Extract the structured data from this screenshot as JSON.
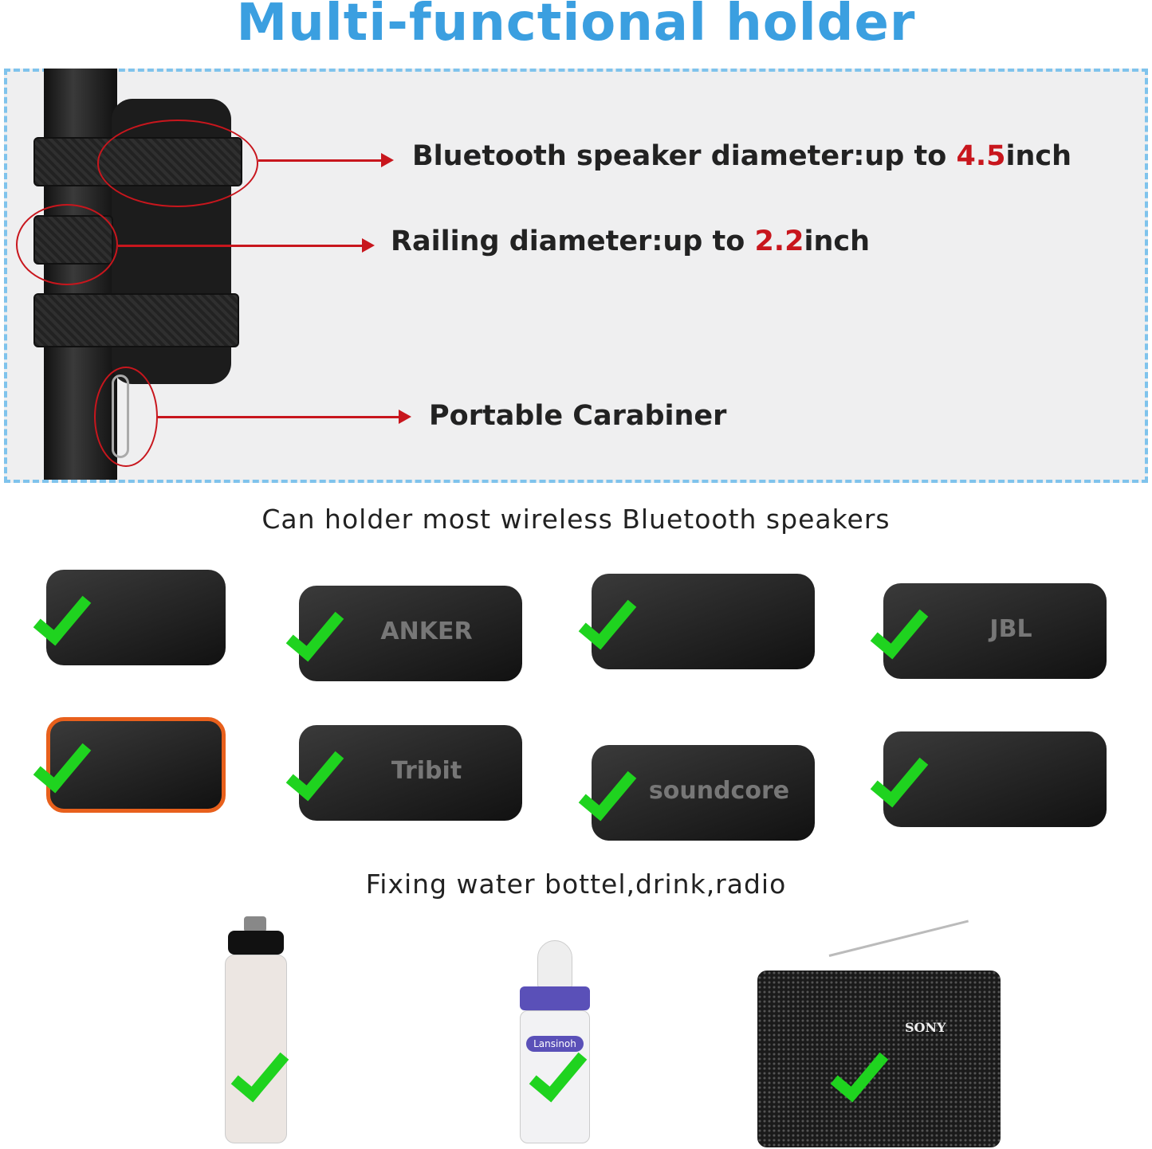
{
  "title": "Multi-functional holder",
  "callouts": [
    {
      "prefix": "Bluetooth speaker diameter:up to ",
      "value": "4.5",
      "suffix": "inch"
    },
    {
      "prefix": "Railing diameter:up to ",
      "value": "2.2",
      "suffix": "inch"
    },
    {
      "prefix": "Portable Carabiner",
      "value": "",
      "suffix": ""
    }
  ],
  "speakers_caption": "Can holder most wireless Bluetooth speakers",
  "speakers": [
    {
      "brand": ""
    },
    {
      "brand": "ANKER"
    },
    {
      "brand": ""
    },
    {
      "brand": "JBL"
    },
    {
      "brand": ""
    },
    {
      "brand": "Tribit"
    },
    {
      "brand": "soundcore"
    },
    {
      "brand": ""
    }
  ],
  "items_caption": "Fixing water bottel,drink,radio",
  "items": [
    {
      "brand": ""
    },
    {
      "brand": "Lansinoh"
    },
    {
      "brand": "SONY"
    }
  ],
  "colors": {
    "title": "#3b9fe0",
    "accent": "#c8161d",
    "check": "#1fd31f"
  }
}
